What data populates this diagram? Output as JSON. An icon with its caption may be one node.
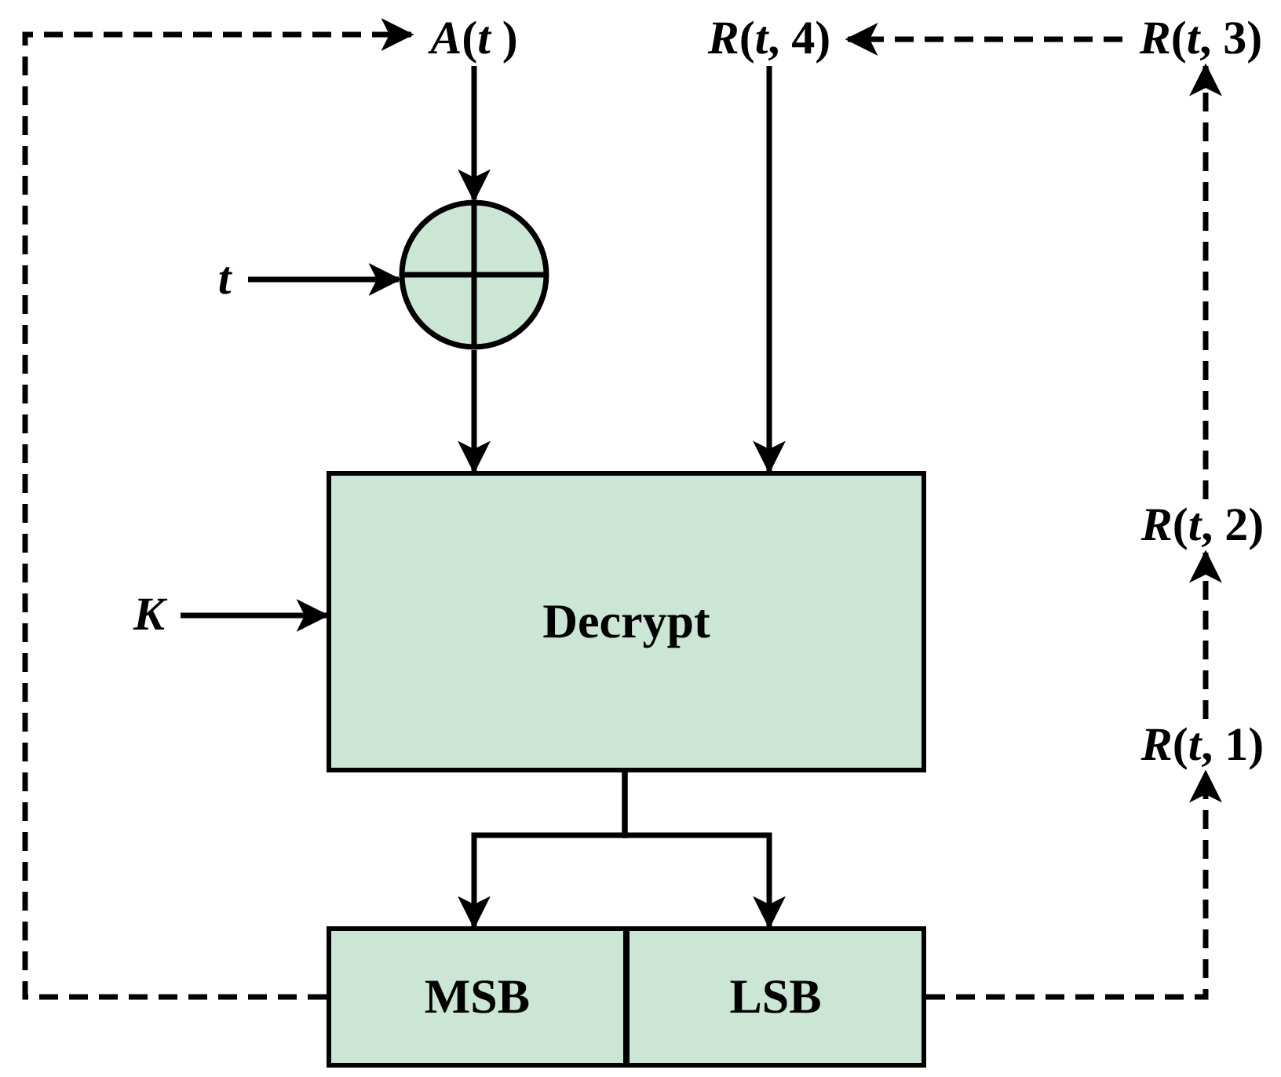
{
  "diagram": {
    "nodes": [
      {
        "text": [
          "*A*(*t* )"
        ]
      },
      {
        "text": [
          "*R*(*t*, 4)"
        ]
      },
      {
        "text": [
          "*R*(*t*, 3)"
        ]
      },
      {
        "text": [
          "t"
        ]
      },
      {
        "text": [],
        "shape": "circle"
      },
      {
        "text": [
          "K"
        ]
      },
      {
        "text": [
          "Decrypt"
        ]
      },
      {
        "text": [
          "MSB"
        ]
      },
      {
        "text": [
          "LSB"
        ]
      },
      {
        "text": [
          "*R*(*t*, 2)"
        ]
      },
      {
        "text": [
          "*R*(*t*, 1)"
        ]
      }
    ],
    "edges": [
      {
        "from": 0,
        "to": 4,
        "arrow": "to"
      },
      {
        "from": 3,
        "to": 4,
        "arrow": "to"
      },
      {
        "from": 4,
        "to": 6,
        "arrow": "to"
      },
      {
        "from": 1,
        "to": 6,
        "arrow": "to"
      },
      {
        "from": 5,
        "to": 6,
        "arrow": "to"
      },
      {
        "from": 6,
        "to": 7,
        "arrow": "to"
      },
      {
        "from": 6,
        "to": 8,
        "arrow": "to"
      },
      {
        "from": 7,
        "to": 0,
        "arrow": "to",
        "style": "dashed"
      },
      {
        "from": 8,
        "to": 10,
        "arrow": "to",
        "style": "dashed"
      },
      {
        "from": 10,
        "to": 9,
        "arrow": "to",
        "style": "dashed"
      },
      {
        "from": 9,
        "to": 2,
        "arrow": "to",
        "style": "dashed"
      },
      {
        "from": 2,
        "to": 1,
        "arrow": "to",
        "style": "dashed"
      }
    ]
  }
}
